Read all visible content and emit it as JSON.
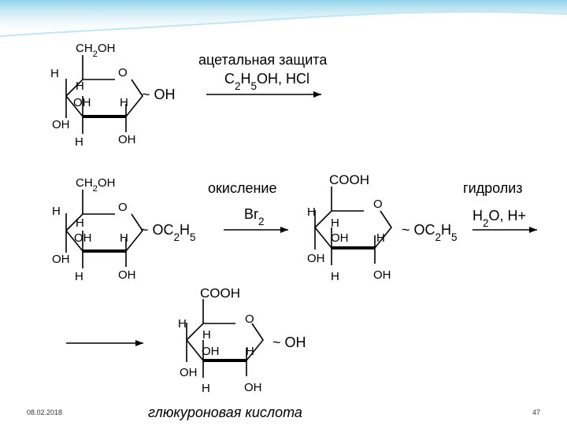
{
  "slide": {
    "date": "08.02.2018",
    "page_number": "47",
    "caption": "глюкуроновая кислота"
  },
  "molecules": [
    {
      "top": "CH2OH",
      "ring_o": "O",
      "c1_sub": "~ OH",
      "c4_top": "H",
      "c4_bottom": "OH",
      "c3_top": "H",
      "c3_bottom": "OH",
      "c2_top": "H",
      "c3_down": "H",
      "c2_down": "OH"
    },
    {
      "top": "CH2OH",
      "ring_o": "O",
      "c1_sub": "~ OC2H5",
      "c4_top": "H",
      "c4_bottom": "OH",
      "c3_top": "H",
      "c3_bottom": "OH",
      "c2_top": "H",
      "c3_down": "H",
      "c2_down": "OH"
    },
    {
      "top": "COOH",
      "ring_o": "O",
      "c1_sub": "~ OC2H5",
      "c4_top": "H",
      "c4_bottom": "OH",
      "c3_top": "H",
      "c3_bottom": "OH",
      "c2_top": "H",
      "c3_down": "H",
      "c2_down": "OH"
    },
    {
      "top": "COOH",
      "ring_o": "O",
      "c1_sub": "~ OH",
      "c4_top": "H",
      "c4_bottom": "OH",
      "c3_top": "H",
      "c3_bottom": "OH",
      "c2_top": "H",
      "c3_down": "H",
      "c2_down": "OH"
    }
  ],
  "steps": {
    "acetal": {
      "title": "ацетальная  защита",
      "reagent": "C2H5OH, HCl"
    },
    "oxidation": {
      "title": "окисление",
      "reagent": "Br2"
    },
    "hydrolysis": {
      "title": "гидролиз",
      "reagent": "H2O, H+"
    }
  },
  "colors": {
    "header_top": "#8fd3ec",
    "header_bottom": "#ffffff"
  }
}
